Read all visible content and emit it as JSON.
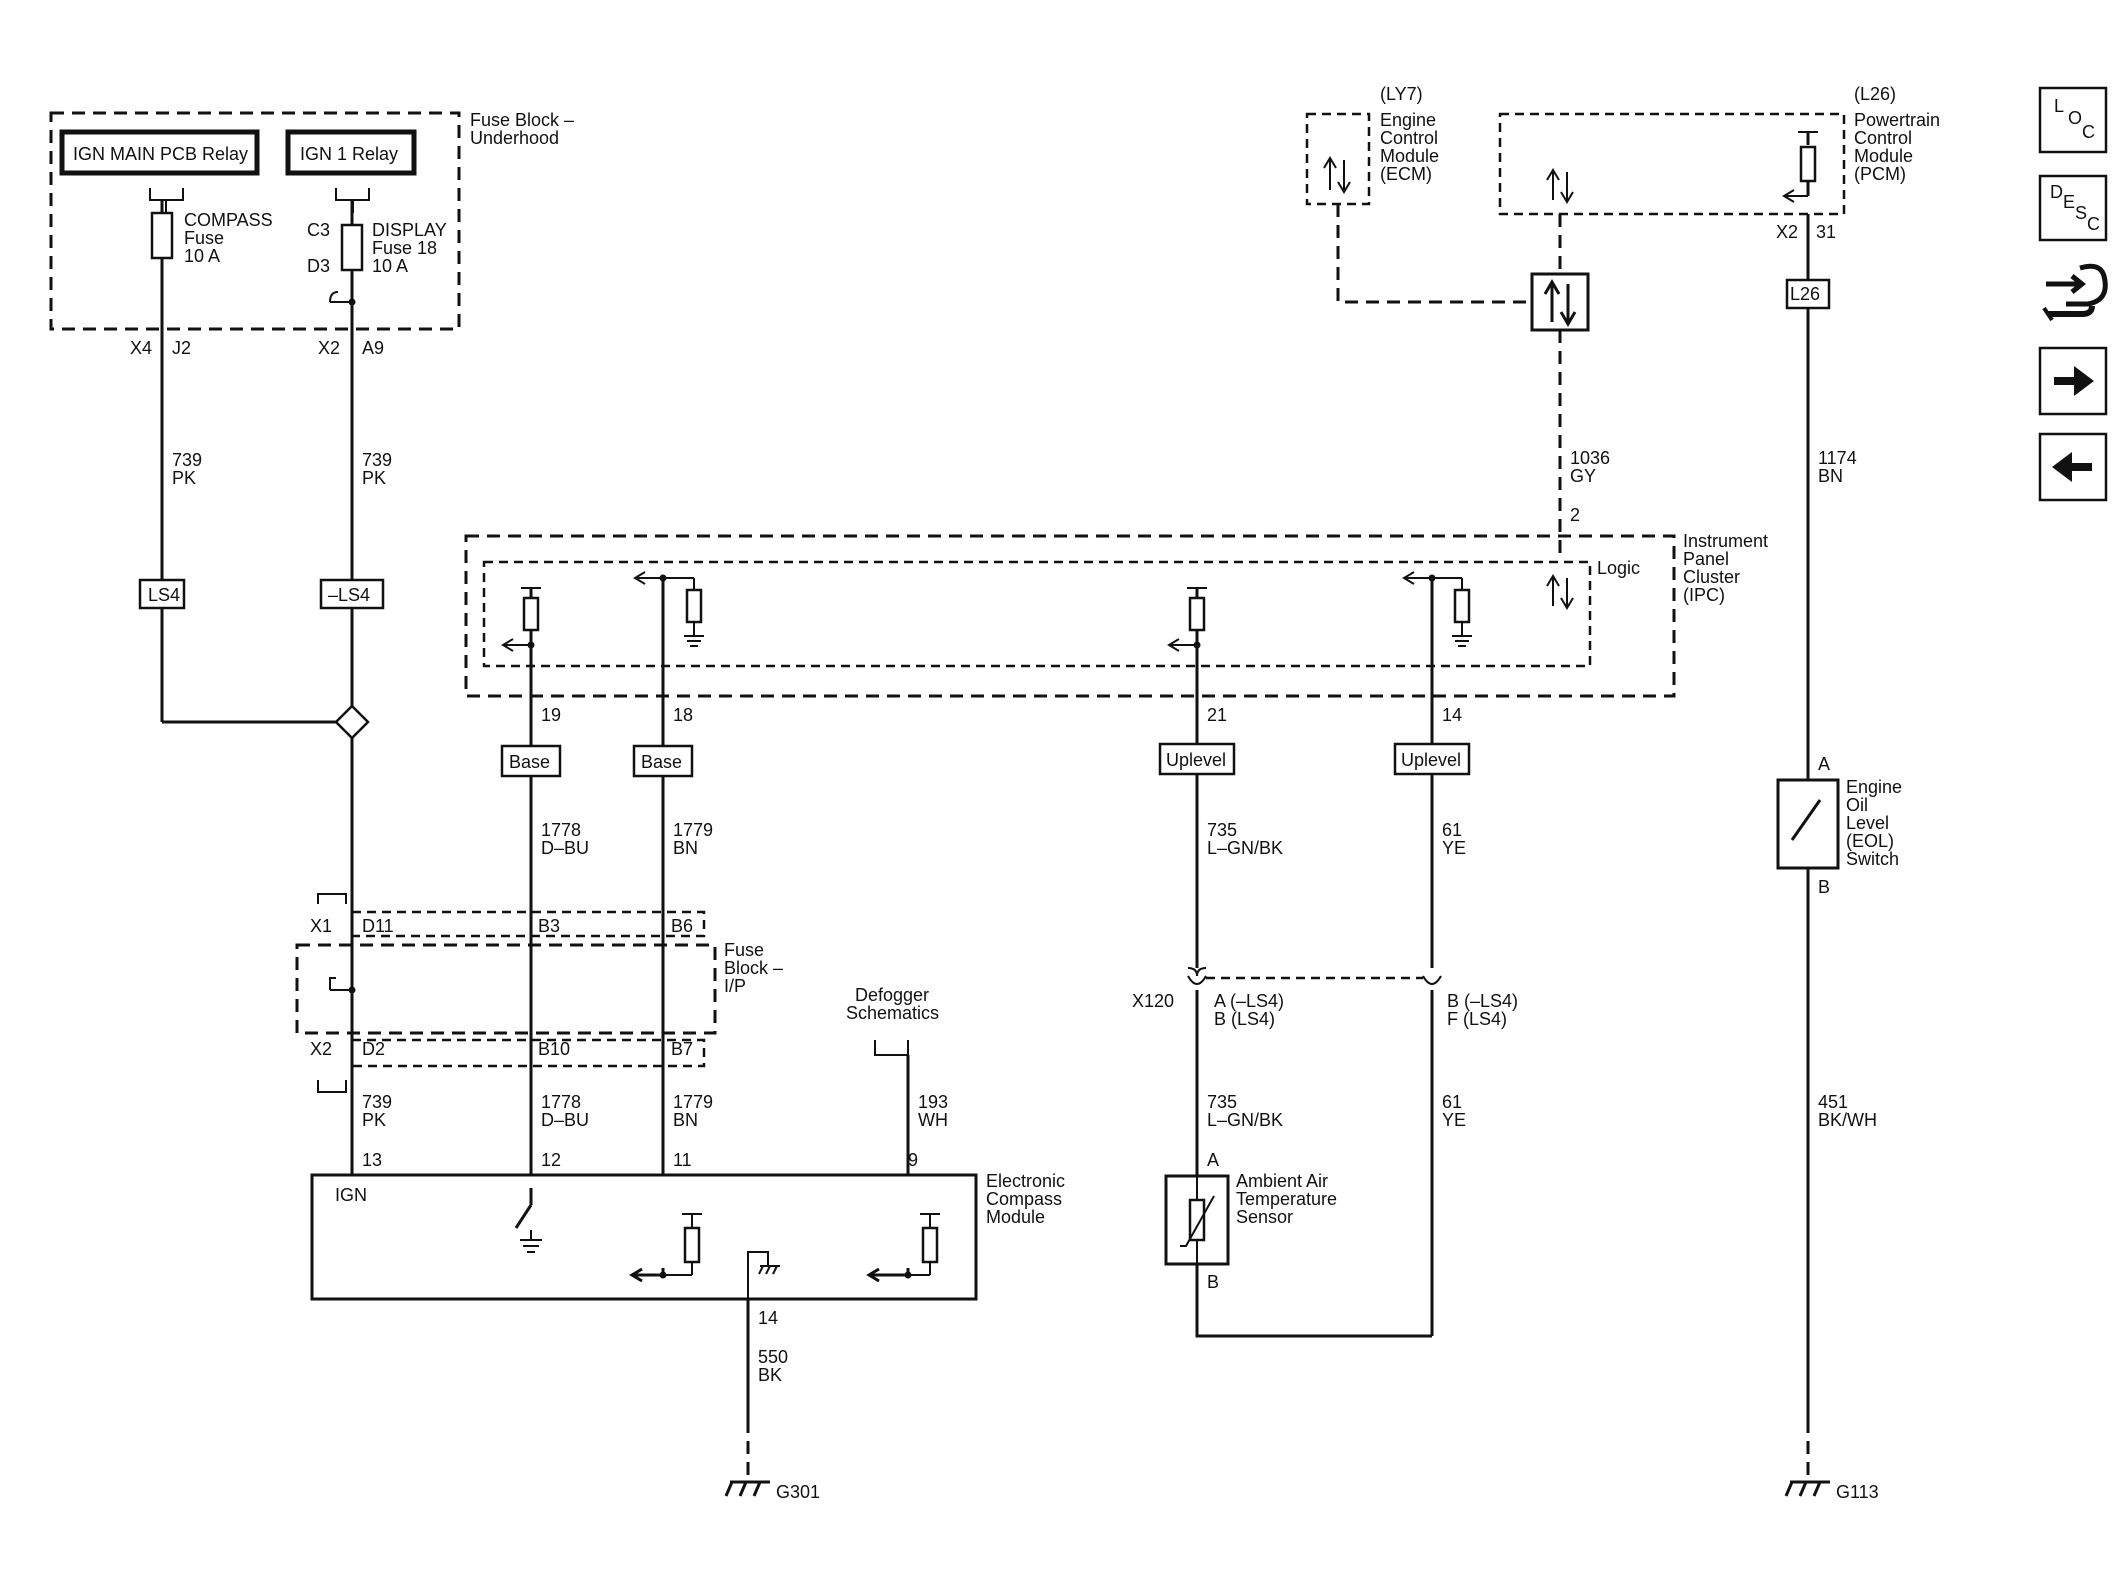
{
  "fuse_block_underhood": {
    "title_line1": "Fuse Block –",
    "title_line2": "Underhood",
    "relay_main": "IGN MAIN PCB Relay",
    "relay_ign1": "IGN 1 Relay",
    "compass_fuse": {
      "name": "COMPASS",
      "type": "Fuse",
      "rating": "10 A"
    },
    "display_fuse": {
      "name": "DISPLAY",
      "type": "Fuse 18",
      "rating": "10 A",
      "pin_top": "C3",
      "pin_bottom": "D3"
    },
    "conn_left": {
      "connector": "X4",
      "pin": "J2"
    },
    "conn_right": {
      "connector": "X2",
      "pin": "A9"
    }
  },
  "wires": {
    "w739_a": {
      "circuit": "739",
      "color": "PK"
    },
    "w739_b": {
      "circuit": "739",
      "color": "PK"
    },
    "w739_c": {
      "circuit": "739",
      "color": "PK"
    },
    "w1778_a": {
      "circuit": "1778",
      "color": "D–BU"
    },
    "w1778_b": {
      "circuit": "1778",
      "color": "D–BU"
    },
    "w1779_a": {
      "circuit": "1779",
      "color": "BN"
    },
    "w1779_b": {
      "circuit": "1779",
      "color": "BN"
    },
    "w735_a": {
      "circuit": "735",
      "color": "L–GN/BK"
    },
    "w735_b": {
      "circuit": "735",
      "color": "L–GN/BK"
    },
    "w61_a": {
      "circuit": "61",
      "color": "YE"
    },
    "w61_b": {
      "circuit": "61",
      "color": "YE"
    },
    "w1036": {
      "circuit": "1036",
      "color": "GY"
    },
    "w1174": {
      "circuit": "1174",
      "color": "BN"
    },
    "w193": {
      "circuit": "193",
      "color": "WH"
    },
    "w550": {
      "circuit": "550",
      "color": "BK"
    },
    "w451": {
      "circuit": "451",
      "color": "BK/WH"
    }
  },
  "options": {
    "ls4": "LS4",
    "not_ls4": "–LS4",
    "base": "Base",
    "uplevel": "Uplevel",
    "l26": "L26"
  },
  "ecm": {
    "code": "(LY7)",
    "line1": "Engine",
    "line2": "Control",
    "line3": "Module",
    "line4": "(ECM)"
  },
  "pcm": {
    "code": "(L26)",
    "line1": "Powertrain",
    "line2": "Control",
    "line3": "Module",
    "line4": "(PCM)",
    "connector": "X2",
    "pin": "31"
  },
  "ipc": {
    "line1": "Instrument",
    "line2": "Panel",
    "line3": "Cluster",
    "line4": "(IPC)",
    "logic": "Logic",
    "pin_data": "2",
    "pins": [
      "19",
      "18",
      "21",
      "14"
    ]
  },
  "fuse_block_ip": {
    "line1": "Fuse",
    "line2": "Block –",
    "line3": "I/P",
    "x1": "X1",
    "x2": "X2",
    "x1_pins": [
      "D11",
      "B3",
      "B6"
    ],
    "x2_pins": [
      "D2",
      "B10",
      "B7"
    ]
  },
  "defogger": {
    "line1": "Defogger",
    "line2": "Schematics"
  },
  "compass_module": {
    "line1": "Electronic",
    "line2": "Compass",
    "line3": "Module",
    "ign": "IGN",
    "pins": [
      "13",
      "12",
      "11",
      "9"
    ],
    "ground_pin": "14"
  },
  "x120": {
    "name": "X120",
    "a_line1": "A (–LS4)",
    "a_line2": "B (LS4)",
    "b_line1": "B (–LS4)",
    "b_line2": "F (LS4)"
  },
  "ambient_sensor": {
    "line1": "Ambient Air",
    "line2": "Temperature",
    "line3": "Sensor",
    "pin_a": "A",
    "pin_b": "B"
  },
  "eol_switch": {
    "line1": "Engine",
    "line2": "Oil",
    "line3": "Level",
    "line4": "(EOL)",
    "line5": "Switch",
    "pin_a": "A",
    "pin_b": "B"
  },
  "grounds": {
    "g301": "G301",
    "g113": "G113"
  },
  "nav": {
    "loc": [
      "L",
      "O",
      "C"
    ],
    "desc": [
      "D",
      "E",
      "S",
      "C"
    ]
  }
}
